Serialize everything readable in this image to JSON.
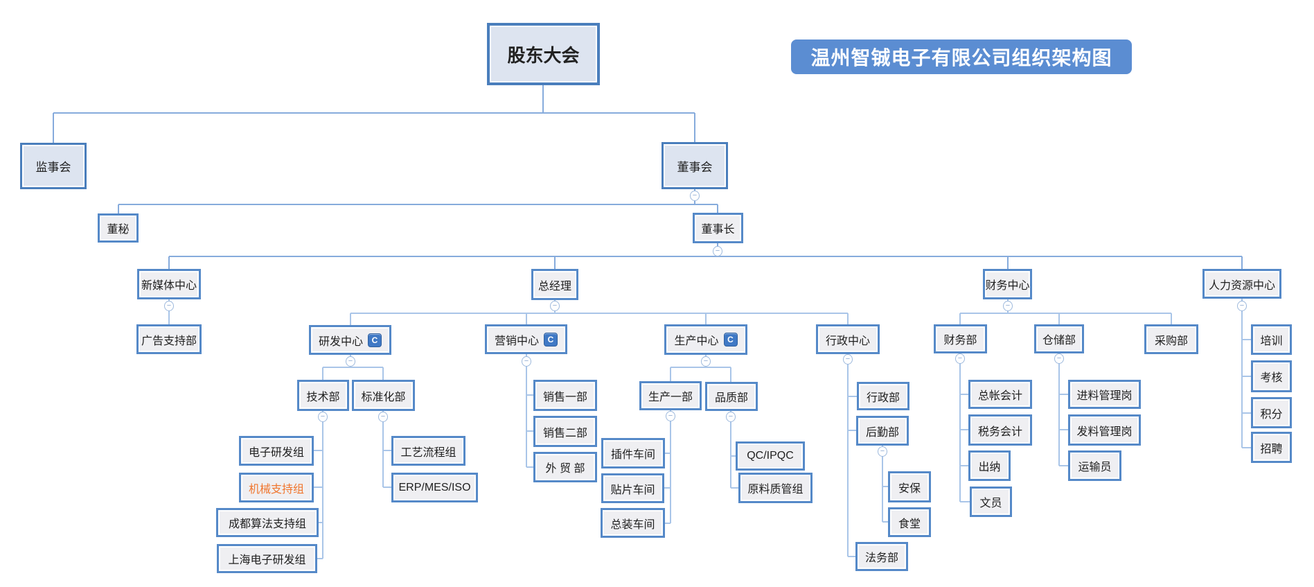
{
  "title": {
    "text": "温州智铖电子有限公司组织架构图"
  },
  "icons": {
    "collapse_minus": "−",
    "note_badge": "C"
  },
  "colors": {
    "level1_fill": "#dde4f0",
    "level1_border": "#4a7ebc",
    "node_fill": "#efeff2",
    "node_border": "#5589c8",
    "title_fill": "#5b8dd2",
    "title_text": "#ffffff",
    "highlight_text": "#f0762e",
    "badge_fill": "#4079c5",
    "connector_main": "#86abdc",
    "connector_sub": "#a9c5e8"
  },
  "nodes": {
    "shareholders": {
      "label": "股东大会"
    },
    "supervisory_board": {
      "label": "监事会"
    },
    "board": {
      "label": "董事会"
    },
    "board_secretary": {
      "label": "董秘"
    },
    "chairman": {
      "label": "董事长"
    },
    "new_media_center": {
      "label": "新媒体中心"
    },
    "ad_support_dept": {
      "label": "广告支持部"
    },
    "general_manager": {
      "label": "总经理"
    },
    "finance_center": {
      "label": "财务中心"
    },
    "hr_center": {
      "label": "人力资源中心"
    },
    "rd_center": {
      "label": "研发中心",
      "badge": "C"
    },
    "marketing_center": {
      "label": "营销中心",
      "badge": "C"
    },
    "production_center": {
      "label": "生产中心",
      "badge": "C"
    },
    "admin_center": {
      "label": "行政中心"
    },
    "tech_dept": {
      "label": "技术部"
    },
    "standardization_dept": {
      "label": "标准化部"
    },
    "electronics_rd_group": {
      "label": "电子研发组"
    },
    "mechanical_support_group": {
      "label": "机械支持组",
      "text_color": "#f0762e"
    },
    "chengdu_algorithm_group": {
      "label": "成都算法支持组"
    },
    "shanghai_electronics_rd_group": {
      "label": "上海电子研发组"
    },
    "process_flow_group": {
      "label": "工艺流程组"
    },
    "erp_mes_iso": {
      "label": "ERP/MES/ISO"
    },
    "sales_dept_1": {
      "label": "销售一部"
    },
    "sales_dept_2": {
      "label": "销售二部"
    },
    "foreign_trade_dept": {
      "label": "外 贸 部"
    },
    "production_dept_1": {
      "label": "生产一部"
    },
    "quality_dept": {
      "label": "品质部"
    },
    "plugin_workshop": {
      "label": "插件车间"
    },
    "smt_workshop": {
      "label": "贴片车间"
    },
    "assembly_workshop": {
      "label": "总装车间"
    },
    "qc_ipqc": {
      "label": "QC/IPQC"
    },
    "raw_material_qc_group": {
      "label": "原料质管组"
    },
    "admin_dept": {
      "label": "行政部"
    },
    "logistics_dept": {
      "label": "后勤部"
    },
    "security": {
      "label": "安保"
    },
    "canteen": {
      "label": "食堂"
    },
    "legal_dept": {
      "label": "法务部"
    },
    "finance_dept": {
      "label": "财务部"
    },
    "warehouse_dept": {
      "label": "仓储部"
    },
    "purchasing_dept": {
      "label": "采购部"
    },
    "gl_accountant": {
      "label": "总帐会计"
    },
    "tax_accountant": {
      "label": "税务会计"
    },
    "cashier": {
      "label": "出纳"
    },
    "clerk": {
      "label": "文员"
    },
    "incoming_material_mgmt": {
      "label": "进料管理岗"
    },
    "material_issuing_mgmt": {
      "label": "发料管理岗"
    },
    "transporter": {
      "label": "运输员"
    },
    "training": {
      "label": "培训"
    },
    "assessment": {
      "label": "考核"
    },
    "points": {
      "label": "积分"
    },
    "recruitment": {
      "label": "招聘"
    }
  },
  "hierarchy": {
    "shareholders": {
      "supervisory_board": {},
      "board": {
        "board_secretary": {},
        "chairman": {
          "new_media_center": {
            "ad_support_dept": {}
          },
          "general_manager": {
            "rd_center": {
              "tech_dept": {
                "electronics_rd_group": {},
                "mechanical_support_group": {},
                "chengdu_algorithm_group": {},
                "shanghai_electronics_rd_group": {}
              },
              "standardization_dept": {
                "process_flow_group": {},
                "erp_mes_iso": {}
              }
            },
            "marketing_center": {
              "sales_dept_1": {},
              "sales_dept_2": {},
              "foreign_trade_dept": {}
            },
            "production_center": {
              "production_dept_1": {
                "plugin_workshop": {},
                "smt_workshop": {},
                "assembly_workshop": {}
              },
              "quality_dept": {
                "qc_ipqc": {},
                "raw_material_qc_group": {}
              }
            },
            "admin_center": {
              "admin_dept": {},
              "logistics_dept": {
                "security": {},
                "canteen": {}
              },
              "legal_dept": {}
            }
          },
          "finance_center": {
            "finance_dept": {
              "gl_accountant": {},
              "tax_accountant": {},
              "cashier": {},
              "clerk": {}
            },
            "warehouse_dept": {
              "incoming_material_mgmt": {},
              "material_issuing_mgmt": {},
              "transporter": {}
            },
            "purchasing_dept": {}
          },
          "hr_center": {
            "training": {},
            "assessment": {},
            "points": {},
            "recruitment": {}
          }
        }
      }
    }
  }
}
